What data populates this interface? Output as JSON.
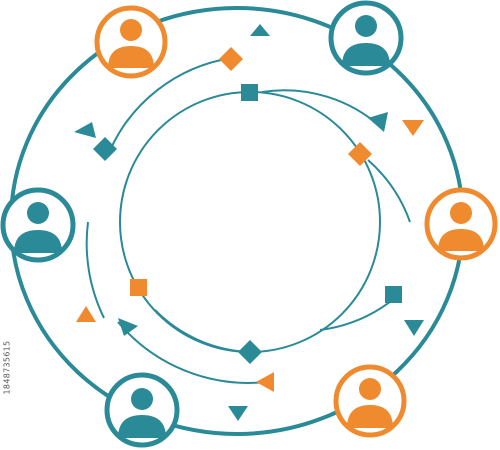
{
  "colors": {
    "teal": "#2a8a98",
    "orange": "#ef8a2e",
    "background": "#ffffff"
  },
  "watermark": {
    "stock_id": "1848735615"
  },
  "diagram": {
    "nodes": [
      {
        "name": "person-node-top-left",
        "color": "orange",
        "icon": "person-icon"
      },
      {
        "name": "person-node-top-right",
        "color": "teal",
        "icon": "person-icon"
      },
      {
        "name": "person-node-right",
        "color": "orange",
        "icon": "person-icon"
      },
      {
        "name": "person-node-bottom-right",
        "color": "orange",
        "icon": "person-icon"
      },
      {
        "name": "person-node-bottom-left",
        "color": "teal",
        "icon": "person-icon"
      },
      {
        "name": "person-node-left",
        "color": "teal",
        "icon": "person-icon"
      }
    ]
  }
}
